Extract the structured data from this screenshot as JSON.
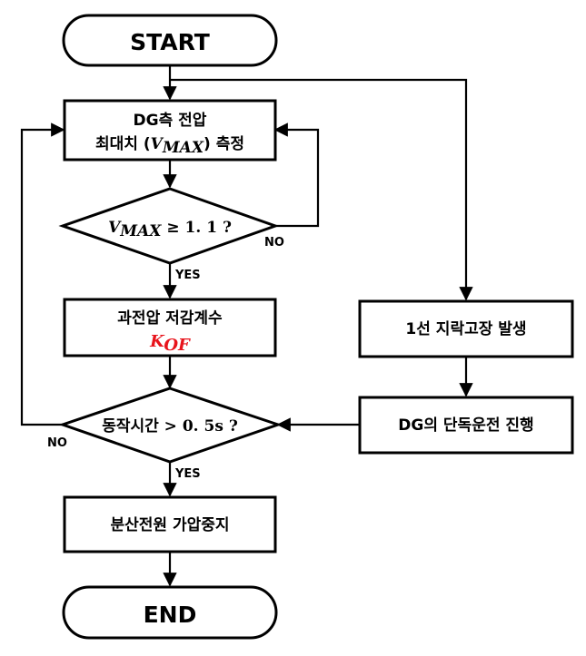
{
  "flowchart": {
    "start": "START",
    "end": "END",
    "measure_line1": "DG측 전압",
    "measure_line2_pre": "최대치 (",
    "measure_var": "V",
    "measure_sub": "MAX",
    "measure_line2_post": ") 측정",
    "decision1_var": "V",
    "decision1_sub": "MAX",
    "decision1_cond": " ≥ 1. 1 ?",
    "decision1_yes": "YES",
    "decision1_no": "NO",
    "overvoltage_label": "과전압 저감계수",
    "k_var": "K",
    "k_sub": "OF",
    "decision2_pre": "동작시간",
    "decision2_cond": " > 0. 5s ?",
    "decision2_yes": "YES",
    "decision2_no": "NO",
    "stop_label": "분산전원 가압중지",
    "fault_label": "1선 지락고장 발생",
    "island_label": "DG의 단독운전 진행"
  },
  "colors": {
    "stroke": "#000000",
    "accent_red": "#e8141c"
  }
}
